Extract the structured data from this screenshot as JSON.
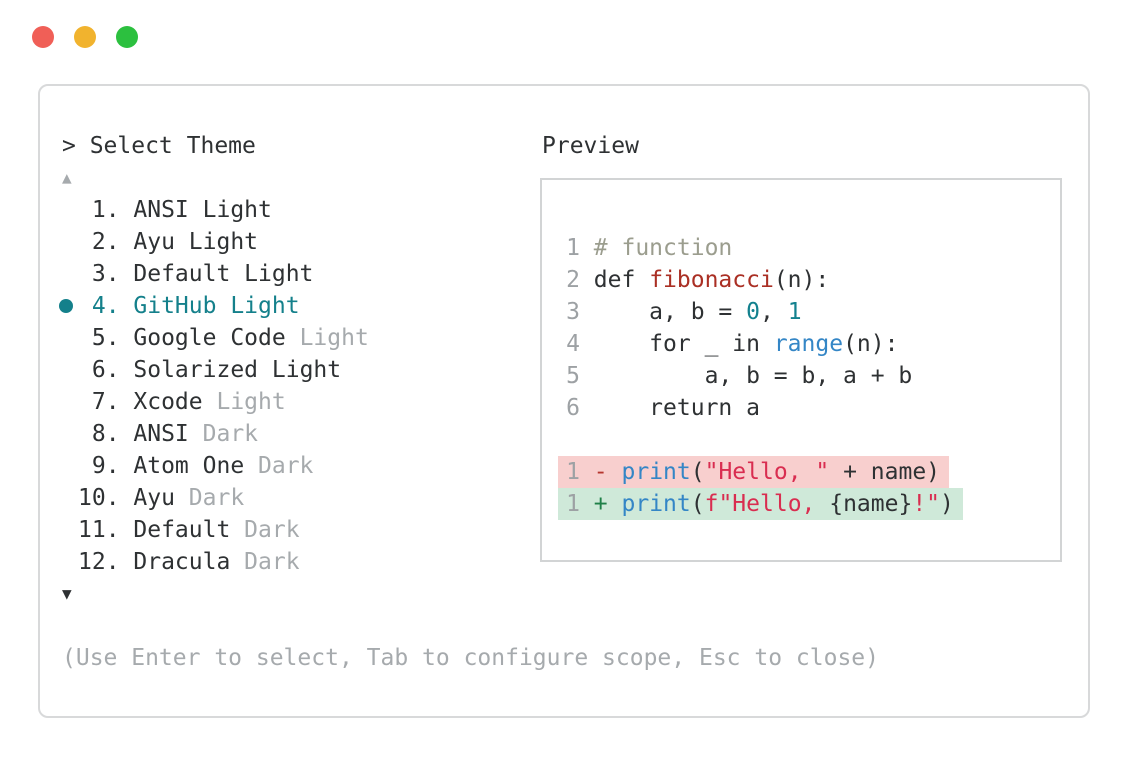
{
  "colors": {
    "text": "#2e3133",
    "dim": "#a6aaad",
    "lineno": "#9da1a4",
    "accent": "#14808b",
    "comment": "#9b9d8e",
    "func": "#aa2f24",
    "number": "#13818e",
    "builtin": "#3486c6",
    "string": "#d92d50",
    "removed": "#b5362e",
    "added": "#1f8048",
    "removed_bg": "#f8cfce",
    "added_bg": "#cfe9d9",
    "panel_border": "#d8d9da",
    "box_border": "#d2d4d5",
    "traffic_red": "#f05f57",
    "traffic_yellow": "#f1b32e",
    "traffic_green": "#2cc03f"
  },
  "window": {
    "close_label": "close",
    "minimize_label": "minimize",
    "zoom_label": "zoom"
  },
  "theme_picker": {
    "title": "> Select Theme",
    "scroll_up_glyph": "▲",
    "scroll_down_glyph": "▼",
    "items": [
      {
        "number": "1",
        "name": "ANSI",
        "suffix": "Light",
        "suffix_dim": false,
        "selected": false
      },
      {
        "number": "2",
        "name": "Ayu",
        "suffix": "Light",
        "suffix_dim": false,
        "selected": false
      },
      {
        "number": "3",
        "name": "Default",
        "suffix": "Light",
        "suffix_dim": false,
        "selected": false
      },
      {
        "number": "4",
        "name": "GitHub",
        "suffix": "Light",
        "suffix_dim": false,
        "selected": true
      },
      {
        "number": "5",
        "name": "Google Code",
        "suffix": "Light",
        "suffix_dim": true,
        "selected": false
      },
      {
        "number": "6",
        "name": "Solarized",
        "suffix": "Light",
        "suffix_dim": false,
        "selected": false
      },
      {
        "number": "7",
        "name": "Xcode",
        "suffix": "Light",
        "suffix_dim": true,
        "selected": false
      },
      {
        "number": "8",
        "name": "ANSI",
        "suffix": "Dark",
        "suffix_dim": true,
        "selected": false
      },
      {
        "number": "9",
        "name": "Atom One",
        "suffix": "Dark",
        "suffix_dim": true,
        "selected": false
      },
      {
        "number": "10",
        "name": "Ayu",
        "suffix": "Dark",
        "suffix_dim": true,
        "selected": false
      },
      {
        "number": "11",
        "name": "Default",
        "suffix": "Dark",
        "suffix_dim": true,
        "selected": false
      },
      {
        "number": "12",
        "name": "Dracula",
        "suffix": "Dark",
        "suffix_dim": true,
        "selected": false
      }
    ],
    "footer_hint": "(Use Enter to select, Tab to configure scope, Esc to close)"
  },
  "preview": {
    "title": "Preview",
    "code_lines": [
      {
        "lineno": "1",
        "tokens": [
          {
            "t": "# function",
            "c": "comment"
          }
        ]
      },
      {
        "lineno": "2",
        "tokens": [
          {
            "t": "def ",
            "c": "plain"
          },
          {
            "t": "fibonacci",
            "c": "func"
          },
          {
            "t": "(n):",
            "c": "plain"
          }
        ]
      },
      {
        "lineno": "3",
        "tokens": [
          {
            "t": "    a, b = ",
            "c": "plain"
          },
          {
            "t": "0",
            "c": "number"
          },
          {
            "t": ", ",
            "c": "plain"
          },
          {
            "t": "1",
            "c": "number"
          }
        ]
      },
      {
        "lineno": "4",
        "tokens": [
          {
            "t": "    for _ in ",
            "c": "plain"
          },
          {
            "t": "range",
            "c": "builtin"
          },
          {
            "t": "(n):",
            "c": "plain"
          }
        ]
      },
      {
        "lineno": "5",
        "tokens": [
          {
            "t": "        a, b = b, a + b",
            "c": "plain"
          }
        ]
      },
      {
        "lineno": "6",
        "tokens": [
          {
            "t": "    return a",
            "c": "plain"
          }
        ]
      },
      {
        "blank": true
      },
      {
        "lineno": "1",
        "diff": "removed",
        "tokens": [
          {
            "t": "- ",
            "c": "removed-marker"
          },
          {
            "t": "print",
            "c": "builtin"
          },
          {
            "t": "(",
            "c": "plain"
          },
          {
            "t": "\"Hello, \"",
            "c": "string"
          },
          {
            "t": " + name)",
            "c": "plain"
          }
        ]
      },
      {
        "lineno": "1",
        "diff": "added",
        "tokens": [
          {
            "t": "+ ",
            "c": "added-marker"
          },
          {
            "t": "print",
            "c": "builtin"
          },
          {
            "t": "(",
            "c": "plain"
          },
          {
            "t": "f\"Hello, ",
            "c": "string"
          },
          {
            "t": "{name}",
            "c": "plain"
          },
          {
            "t": "!\"",
            "c": "string"
          },
          {
            "t": ")",
            "c": "plain"
          }
        ]
      }
    ]
  }
}
